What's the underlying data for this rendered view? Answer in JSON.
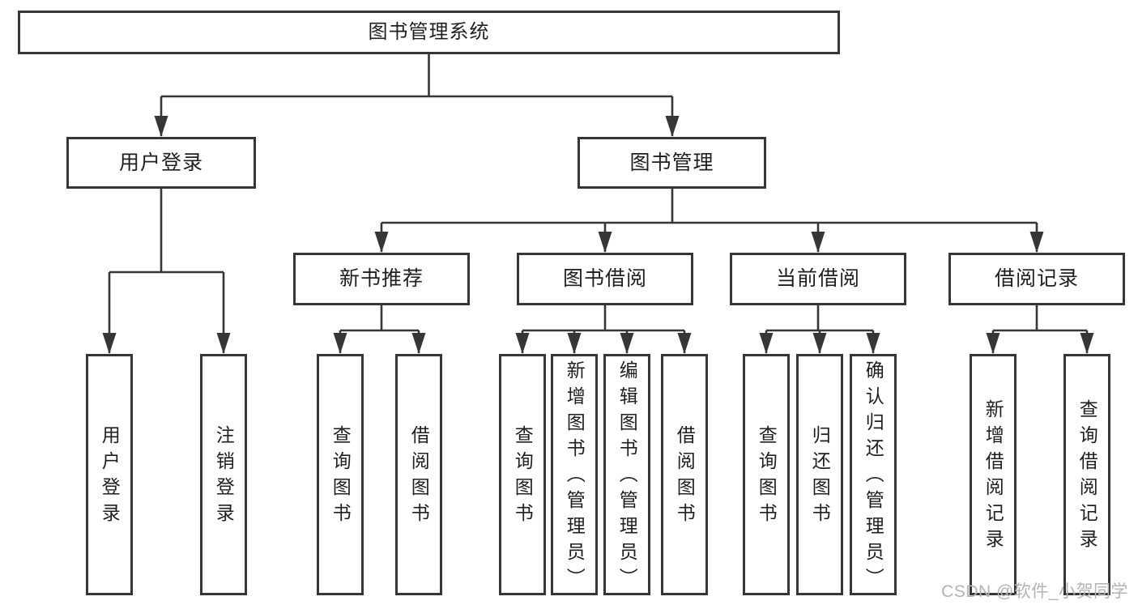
{
  "tree": {
    "root": {
      "label": "图书管理系统"
    },
    "user_login": {
      "label": "用户登录",
      "leaves": [
        {
          "label": "用户登录"
        },
        {
          "label": "注销登录"
        }
      ]
    },
    "book_mgmt": {
      "label": "图书管理",
      "sections": [
        {
          "label": "新书推荐",
          "leaves": [
            {
              "label": "查询图书"
            },
            {
              "label": "借阅图书"
            }
          ]
        },
        {
          "label": "图书借阅",
          "leaves": [
            {
              "label": "查询图书"
            },
            {
              "label": "新增图书（管理员）"
            },
            {
              "label": "编辑图书（管理员）"
            },
            {
              "label": "借阅图书"
            }
          ]
        },
        {
          "label": "当前借阅",
          "leaves": [
            {
              "label": "查询图书"
            },
            {
              "label": "归还图书"
            },
            {
              "label": "确认归还（管理员）"
            }
          ]
        },
        {
          "label": "借阅记录",
          "leaves": [
            {
              "label": "新增借阅记录"
            },
            {
              "label": "查询借阅记录"
            }
          ]
        }
      ]
    }
  },
  "watermark": {
    "text": "CSDN @软件_小贺同学"
  },
  "colors": {
    "line": "#363636",
    "text": "#1f1f1f",
    "background": "#ffffff",
    "watermark": "#b3b3b3"
  }
}
